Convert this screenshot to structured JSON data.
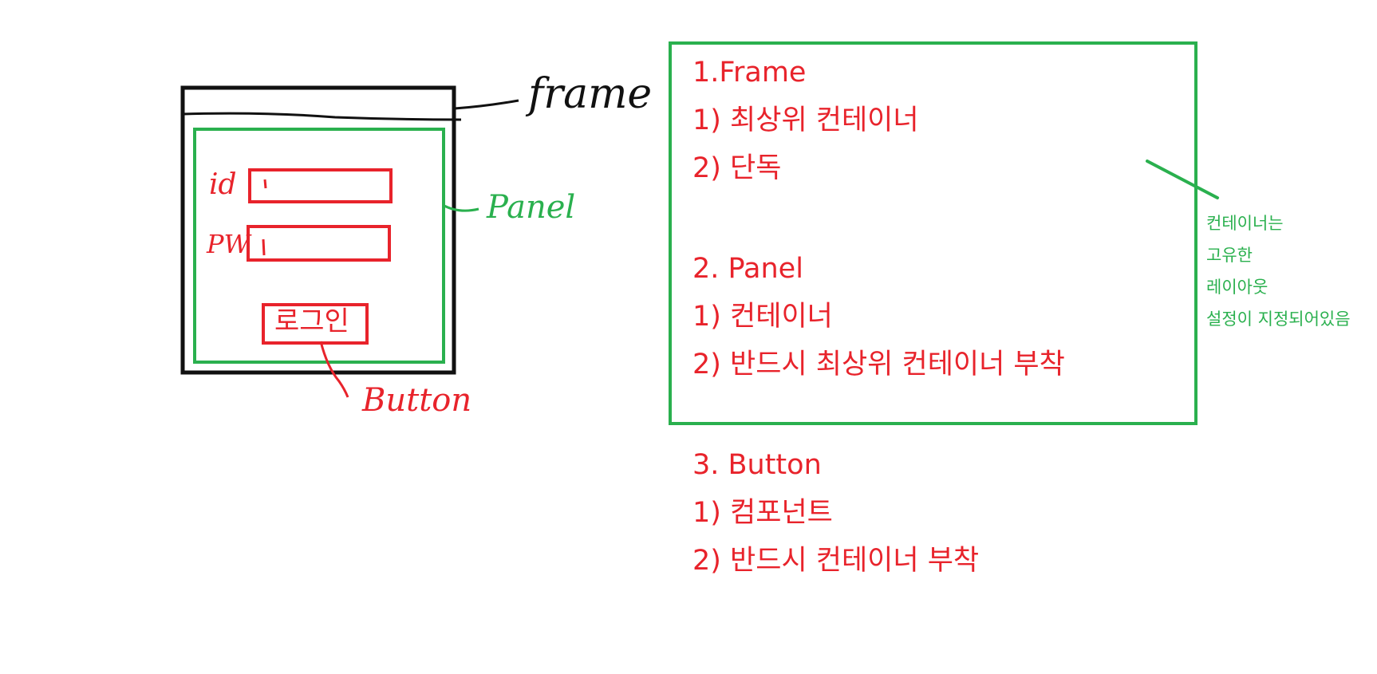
{
  "colors": {
    "red": "#e8232b",
    "green": "#2ab04e",
    "black": "#111111"
  },
  "sketch": {
    "frame_label": "frame",
    "panel_label": "Panel",
    "button_label": "Button",
    "id_label": "id",
    "pw_label": "PW",
    "login_button_text": "로그인"
  },
  "notes": {
    "frame": {
      "heading": "1.Frame",
      "items": [
        "1) 최상위 컨테이너",
        "2) 단독"
      ]
    },
    "panel": {
      "heading": "2. Panel",
      "items": [
        "1) 컨테이너",
        "2) 반드시 최상위 컨테이너 부착"
      ]
    },
    "button": {
      "heading": "3. Button",
      "items": [
        "1) 컴포넌트",
        "2) 반드시 컨테이너 부착"
      ]
    }
  },
  "side_note": {
    "lines": [
      "컨테이너는",
      "고유한",
      "레이아웃",
      "설정이 지정되어있음"
    ]
  }
}
